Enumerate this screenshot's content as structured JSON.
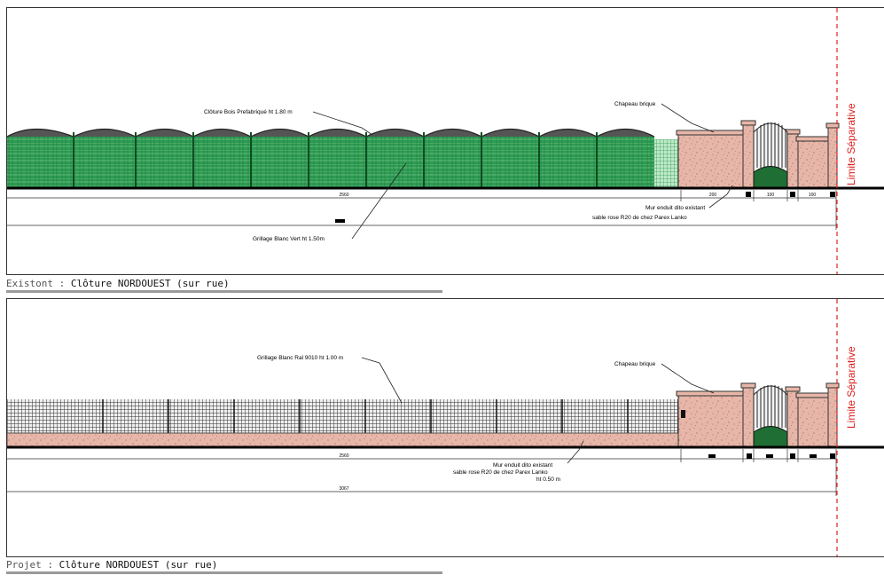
{
  "existing": {
    "caption_prefix": "Existont :",
    "caption_title": "Clôture NORDOUEST (sur rue)",
    "labels": {
      "wood_fence": "Clôture Bois Prefabriqué ht 1.80 m",
      "green_mesh": "Grillage Blanc Vert ht 1.50m",
      "cap": "Chapeau brique",
      "wall_line1": "Mur enduit dito existant",
      "wall_line2": "sable rose R20 de chez Parex Lanko",
      "limit": "Limite Séparative"
    },
    "dims": {
      "total": "2560",
      "wall": "200",
      "gate": "100",
      "pillar": "30",
      "end": "100"
    }
  },
  "project": {
    "caption_prefix": "Projet :",
    "caption_title": "Clôture NORDOUEST (sur rue)",
    "labels": {
      "mesh": "Grillage Blanc Ral 9010 ht 1.00 m",
      "cap": "Chapeau brique",
      "wall_line1": "Mur enduit dito existant",
      "wall_line2": "sable rose R20 de chez Parex Lanko",
      "wall_line3": "ht 0.50 m",
      "limit": "Limite Séparative"
    },
    "dims": {
      "total": "2560",
      "overall": "3067"
    }
  },
  "colors": {
    "wood": "#2e9a52",
    "mesh_green": "#3aa85c",
    "mesh_dark": "#3c3c3c",
    "render": "#e7b6a8",
    "gate_green": "#1f6e34",
    "limit_red": "#d22"
  }
}
